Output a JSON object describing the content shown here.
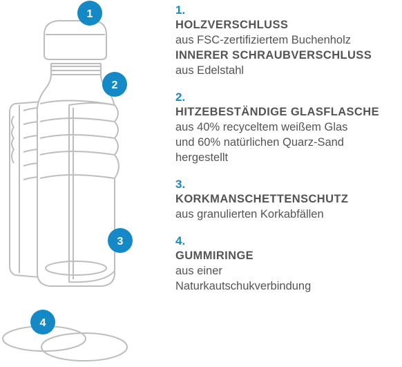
{
  "badges": {
    "b1": "1",
    "b2": "2",
    "b3": "3",
    "b4": "4"
  },
  "sections": [
    {
      "number": "1.",
      "entries": [
        {
          "title": "HOLZVERSCHLUSS",
          "desc": [
            "aus FSC-zertifiziertem Buchenholz"
          ]
        },
        {
          "title": "INNERER SCHRAUBVERSCHLUSS",
          "desc": [
            "aus Edelstahl"
          ]
        }
      ]
    },
    {
      "number": "2.",
      "entries": [
        {
          "title": "HITZEBESTÄNDIGE GLASFLASCHE",
          "desc": [
            "aus 40% recyceltem weißem Glas",
            "und 60% natürlichen Quarz-Sand",
            "hergestellt"
          ]
        }
      ]
    },
    {
      "number": "3.",
      "entries": [
        {
          "title": "KORKMANSCHETTENSCHUTZ",
          "desc": [
            "aus granulierten Korkabfällen"
          ]
        }
      ]
    },
    {
      "number": "4.",
      "entries": [
        {
          "title": "GUMMIRINGE",
          "desc": [
            "aus einer",
            "Naturkautschukverbindung"
          ]
        }
      ]
    }
  ],
  "colors": {
    "accent_blue": "#1489c5",
    "text_gray": "#535456",
    "line_gray": "#bdbdbd"
  }
}
